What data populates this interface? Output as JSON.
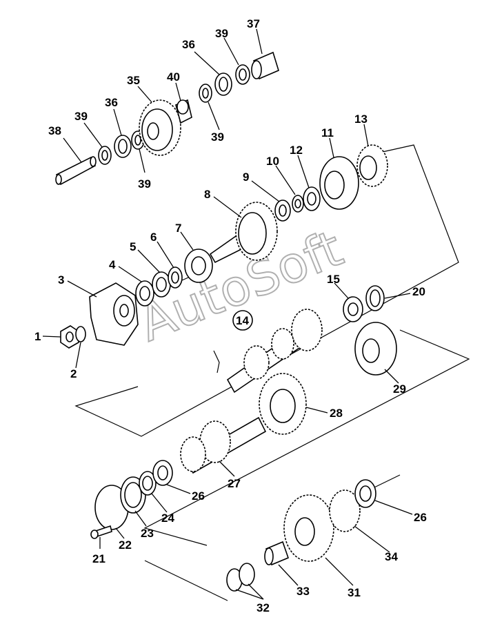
{
  "watermark": "AutoSoft",
  "callouts": [
    "1",
    "2",
    "3",
    "4",
    "5",
    "6",
    "7",
    "8",
    "9",
    "10",
    "11",
    "12",
    "13",
    "14",
    "15",
    "20",
    "21",
    "22",
    "23",
    "24",
    "26",
    "26",
    "27",
    "28",
    "29",
    "31",
    "32",
    "33",
    "34",
    "35",
    "36",
    "36",
    "37",
    "38",
    "39",
    "39",
    "39",
    "39",
    "40"
  ]
}
